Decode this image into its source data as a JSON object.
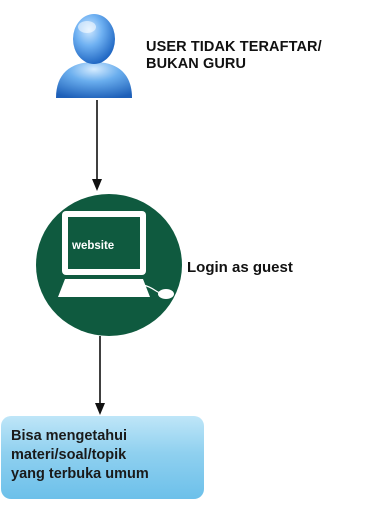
{
  "user": {
    "icon": "user-icon",
    "label_lines": [
      "USER TIDAK TERAFTAR/",
      "BUKAN GURU"
    ]
  },
  "website": {
    "icon": "computer-icon",
    "screen_text": "website"
  },
  "login": {
    "label": "Login as guest"
  },
  "result": {
    "lines": [
      "Bisa mengetahui",
      "materi/soal/topik",
      "yang terbuka umum"
    ]
  },
  "colors": {
    "user_blue": "#3f8fe0",
    "circle_green": "#0f5a3f",
    "box_blue": "#8fd0ef",
    "arrow": "#111111"
  }
}
